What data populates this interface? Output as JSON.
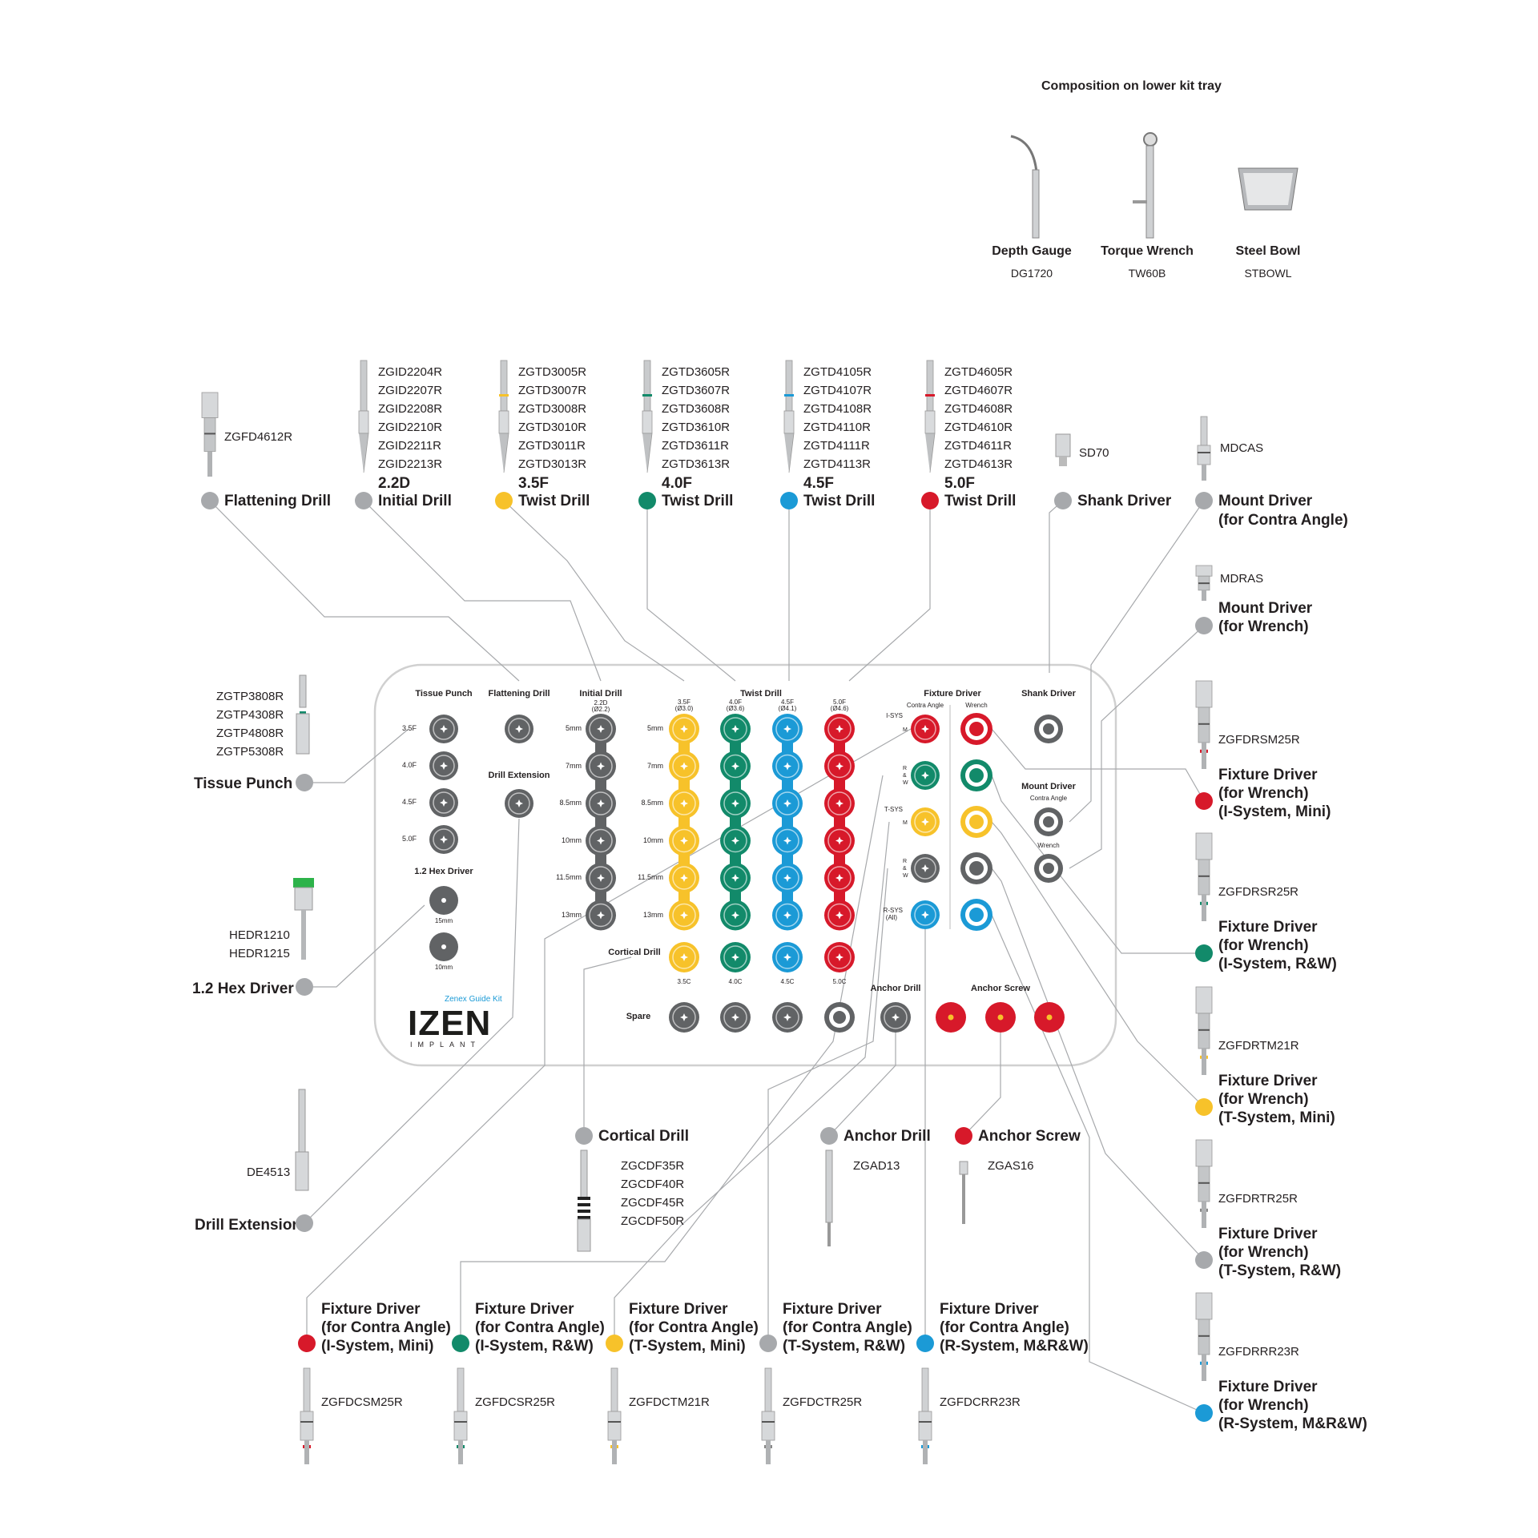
{
  "colors": {
    "gray": "#a7a9ac",
    "yellow": "#f7c22a",
    "green": "#128a6a",
    "blue": "#1b9ad6",
    "red": "#d7192a",
    "tray_line": "#d0d0d0"
  },
  "lower_tray": {
    "title": "Composition on lower kit tray",
    "items": [
      {
        "name": "Depth Gauge",
        "code": "DG1720"
      },
      {
        "name": "Torque Wrench",
        "code": "TW60B"
      },
      {
        "name": "Steel Bowl",
        "code": "STBOWL"
      }
    ]
  },
  "top_tools": [
    {
      "codes": [
        "ZGFD4612R"
      ],
      "size": "",
      "name": "Flattening Drill",
      "color": "gray"
    },
    {
      "codes": [
        "ZGID2204R",
        "ZGID2207R",
        "ZGID2208R",
        "ZGID2210R",
        "ZGID2211R",
        "ZGID2213R"
      ],
      "size": "2.2D",
      "name": "Initial Drill",
      "color": "gray"
    },
    {
      "codes": [
        "ZGTD3005R",
        "ZGTD3007R",
        "ZGTD3008R",
        "ZGTD3010R",
        "ZGTD3011R",
        "ZGTD3013R"
      ],
      "size": "3.5F",
      "name": "Twist Drill",
      "color": "yellow"
    },
    {
      "codes": [
        "ZGTD3605R",
        "ZGTD3607R",
        "ZGTD3608R",
        "ZGTD3610R",
        "ZGTD3611R",
        "ZGTD3613R"
      ],
      "size": "4.0F",
      "name": "Twist Drill",
      "color": "green"
    },
    {
      "codes": [
        "ZGTD4105R",
        "ZGTD4107R",
        "ZGTD4108R",
        "ZGTD4110R",
        "ZGTD4111R",
        "ZGTD4113R"
      ],
      "size": "4.5F",
      "name": "Twist Drill",
      "color": "blue"
    },
    {
      "codes": [
        "ZGTD4605R",
        "ZGTD4607R",
        "ZGTD4608R",
        "ZGTD4610R",
        "ZGTD4611R",
        "ZGTD4613R"
      ],
      "size": "5.0F",
      "name": "Twist Drill",
      "color": "red"
    },
    {
      "codes": [
        "SD70"
      ],
      "size": "",
      "name": "Shank Driver",
      "color": "gray"
    },
    {
      "codes": [
        "MDCAS"
      ],
      "size": "",
      "name": "Mount Driver",
      "name2": "(for Contra Angle)",
      "color": "gray"
    }
  ],
  "mount_wrench": {
    "code": "MDRAS",
    "name": "Mount Driver",
    "name2": "(for Wrench)"
  },
  "left_tools": [
    {
      "codes": [
        "ZGTP3808R",
        "ZGTP4308R",
        "ZGTP4808R",
        "ZGTP5308R"
      ],
      "name": "Tissue Punch"
    },
    {
      "codes": [
        "HEDR1210",
        "HEDR1215"
      ],
      "name": "1.2 Hex Driver"
    },
    {
      "codes": [
        "DE4513"
      ],
      "name": "Drill Extension"
    }
  ],
  "right_tools": [
    {
      "code": "ZGFDRSM25R",
      "lines": [
        "Fixture Driver",
        "(for Wrench)",
        "(I-System, Mini)"
      ],
      "color": "red"
    },
    {
      "code": "ZGFDRSR25R",
      "lines": [
        "Fixture Driver",
        "(for Wrench)",
        "(I-System, R&W)"
      ],
      "color": "green"
    },
    {
      "code": "ZGFDRTM21R",
      "lines": [
        "Fixture Driver",
        "(for Wrench)",
        "(T-System, Mini)"
      ],
      "color": "yellow"
    },
    {
      "code": "ZGFDRTR25R",
      "lines": [
        "Fixture Driver",
        "(for Wrench)",
        "(T-System, R&W)"
      ],
      "color": "gray"
    },
    {
      "code": "ZGFDRRR23R",
      "lines": [
        "Fixture Driver",
        "(for Wrench)",
        "(R-System, M&R&W)"
      ],
      "color": "blue"
    }
  ],
  "mid_bottom": [
    {
      "name": "Cortical Drill",
      "codes": [
        "ZGCDF35R",
        "ZGCDF40R",
        "ZGCDF45R",
        "ZGCDF50R"
      ],
      "color": "gray"
    },
    {
      "name": "Anchor Drill",
      "codes": [
        "ZGAD13"
      ],
      "color": "gray"
    },
    {
      "name": "Anchor Screw",
      "codes": [
        "ZGAS16"
      ],
      "color": "red"
    }
  ],
  "bottom_tools": [
    {
      "lines": [
        "Fixture Driver",
        "(for Contra Angle)",
        "(I-System, Mini)"
      ],
      "code": "ZGFDCSM25R",
      "color": "red"
    },
    {
      "lines": [
        "Fixture Driver",
        "(for Contra Angle)",
        "(I-System, R&W)"
      ],
      "code": "ZGFDCSR25R",
      "color": "green"
    },
    {
      "lines": [
        "Fixture Driver",
        "(for Contra Angle)",
        "(T-System, Mini)"
      ],
      "code": "ZGFDCTM21R",
      "color": "yellow"
    },
    {
      "lines": [
        "Fixture Driver",
        "(for Contra Angle)",
        "(T-System, R&W)"
      ],
      "code": "ZGFDCTR25R",
      "color": "gray"
    },
    {
      "lines": [
        "Fixture Driver",
        "(for Contra Angle)",
        "(R-System, M&R&W)"
      ],
      "code": "ZGFDCRR23R",
      "color": "blue"
    }
  ],
  "tray": {
    "tissue_punch": "Tissue Punch",
    "tp_sizes": [
      "3.5F",
      "4.0F",
      "4.5F",
      "5.0F"
    ],
    "flattening_drill": "Flattening Drill",
    "drill_extension": "Drill Extension",
    "hex_driver": "1.2 Hex Driver",
    "hex_sizes": [
      "15mm",
      "10mm"
    ],
    "initial_drill": "Initial Drill",
    "initial_sub": "2.2D",
    "initial_sub2": "(Ø2.2)",
    "depths": [
      "5mm",
      "7mm",
      "8.5mm",
      "10mm",
      "11.5mm",
      "13mm"
    ],
    "twist_drill": "Twist Drill",
    "twist_heads": [
      {
        "a": "3.5F",
        "b": "(Ø3.0)"
      },
      {
        "a": "4.0F",
        "b": "(Ø3.6)"
      },
      {
        "a": "4.5F",
        "b": "(Ø4.1)"
      },
      {
        "a": "5.0F",
        "b": "(Ø4.6)"
      }
    ],
    "cortical_drill": "Cortical Drill",
    "cortical_sizes": [
      "3.5C",
      "4.0C",
      "4.5C",
      "5.0C"
    ],
    "spare": "Spare",
    "fixture_driver": "Fixture Driver",
    "contra_angle": "Contra Angle",
    "wrench": "Wrench",
    "sys_labels": [
      "I-SYS",
      "T-SYS",
      "R-SYS"
    ],
    "rsys_sub": "(All)",
    "sub_m": "M",
    "sub_rw": [
      "R",
      "&",
      "W"
    ],
    "shank_driver": "Shank Driver",
    "mount_driver": "Mount Driver",
    "anchor_drill": "Anchor Drill",
    "anchor_screw": "Anchor Screw",
    "brand_small": "Zenex Guide Kit",
    "brand": "IZEN",
    "brand_sub": "IMPLANT"
  }
}
